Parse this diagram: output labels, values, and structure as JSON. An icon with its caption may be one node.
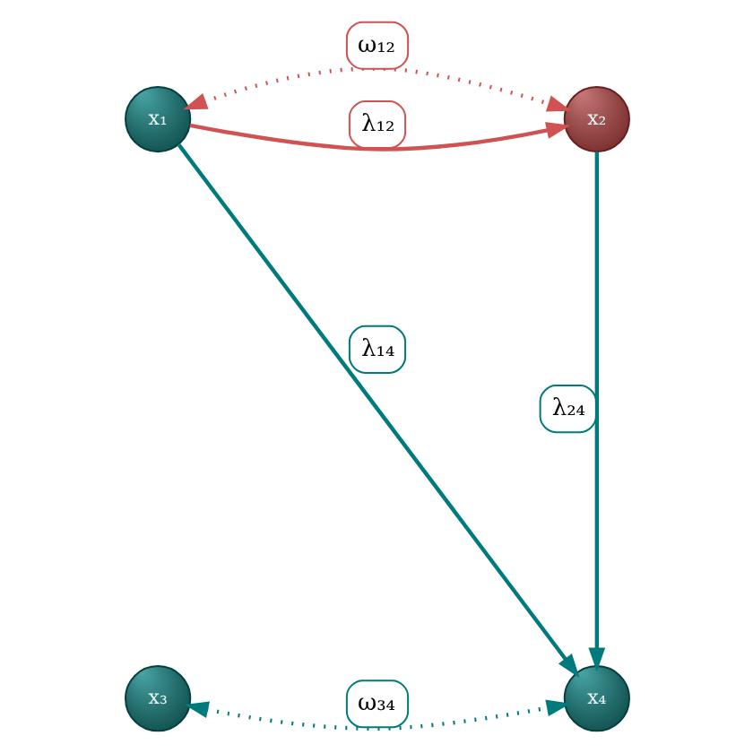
{
  "diagram": {
    "nodes": [
      {
        "text": [
          "x₁"
        ]
      },
      {
        "text": [
          "x₂"
        ]
      },
      {
        "text": [
          "x₃"
        ]
      },
      {
        "text": [
          "x₄"
        ]
      }
    ],
    "edges": [
      {
        "from": 0,
        "to": 1,
        "arrow": "both",
        "label": "ω₁₂",
        "style": "dashed",
        "color": "#d05252"
      },
      {
        "from": 0,
        "to": 1,
        "arrow": "to",
        "label": "λ₁₂",
        "color": "#d05252"
      },
      {
        "from": 0,
        "to": 3,
        "arrow": "to",
        "label": "λ₁₄"
      },
      {
        "from": 1,
        "to": 3,
        "arrow": "to",
        "label": "λ₂₄"
      },
      {
        "from": 2,
        "to": 3,
        "arrow": "both",
        "label": "ω₃₄",
        "style": "dashed"
      }
    ]
  }
}
